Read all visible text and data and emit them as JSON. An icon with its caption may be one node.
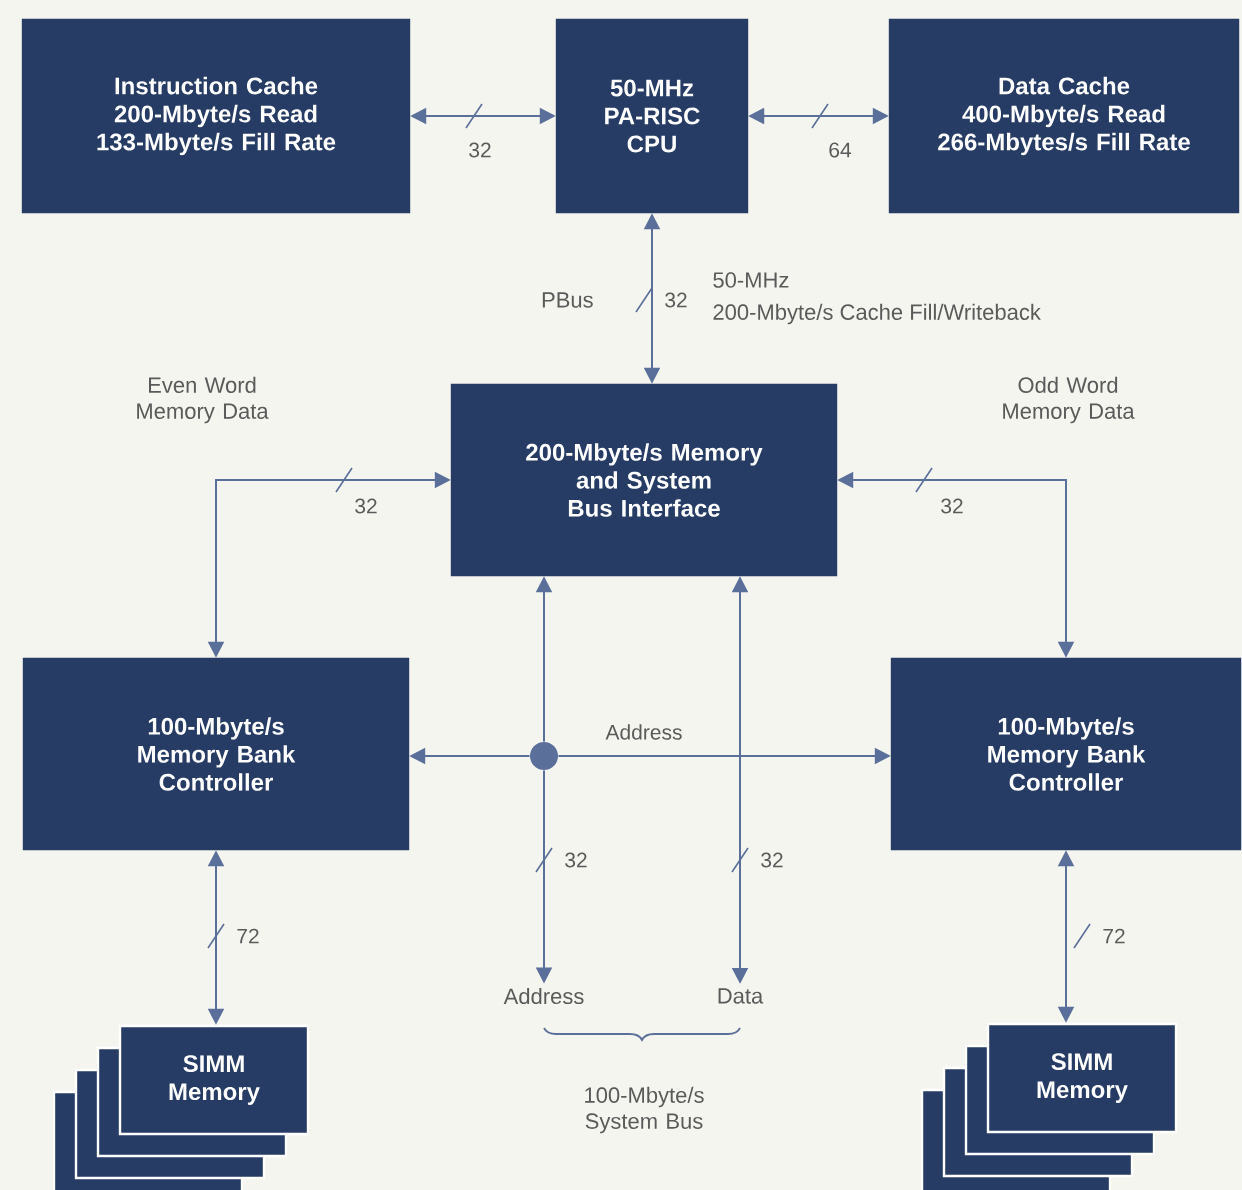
{
  "diagram": {
    "nodes": [
      {
        "text": [
          "Instruction Cache",
          "200-Mbyte/s Read",
          "133-Mbyte/s Fill Rate"
        ]
      },
      {
        "text": [
          "50-MHz",
          "PA-RISC",
          "CPU"
        ]
      },
      {
        "text": [
          "Data Cache",
          "400-Mbyte/s Read",
          "266-Mbytes/s Fill Rate"
        ]
      },
      {
        "text": [
          "200-Mbyte/s Memory and System Bus Interface"
        ]
      },
      {
        "text": [
          "100-Mbyte/s Memory Bank Controller"
        ]
      },
      {
        "text": [
          "100-Mbyte/s Memory Bank Controller"
        ]
      },
      {
        "text": [
          "SIMM Memory"
        ]
      },
      {
        "text": [
          "SIMM Memory"
        ]
      },
      {
        "text": [],
        "shape": "circle"
      },
      {
        "text": [
          "Address"
        ]
      },
      {
        "text": [
          "Data"
        ]
      }
    ],
    "edges": [
      {
        "from": 0,
        "to": 1,
        "arrow": "both",
        "label": "32"
      },
      {
        "from": 1,
        "to": 2,
        "arrow": "both",
        "label": "64"
      },
      {
        "from": 1,
        "to": 3,
        "arrow": "both",
        "label": "32"
      },
      {
        "from": 4,
        "to": 3,
        "arrow": "both",
        "label": "32"
      },
      {
        "from": 5,
        "to": 3,
        "arrow": "both",
        "label": "32"
      },
      {
        "from": 8,
        "to": 3,
        "arrow": "to"
      },
      {
        "from": 8,
        "to": 4,
        "arrow": "to"
      },
      {
        "from": 8,
        "to": 5,
        "arrow": "to",
        "label": "Address"
      },
      {
        "from": 8,
        "to": 9,
        "arrow": "to",
        "label": "32"
      },
      {
        "from": 3,
        "to": 10,
        "arrow": "both",
        "label": "32"
      },
      {
        "from": 4,
        "to": 6,
        "arrow": "both",
        "label": "72"
      },
      {
        "from": 5,
        "to": 7,
        "arrow": "both",
        "label": "72"
      }
    ],
    "labels": [
      "PBus",
      "50-MHz",
      "200-Mbyte/s Cache Fill/Writeback",
      "Even Word Memory Data",
      "Odd Word Memory Data",
      "100-Mbyte/s System Bus"
    ]
  }
}
